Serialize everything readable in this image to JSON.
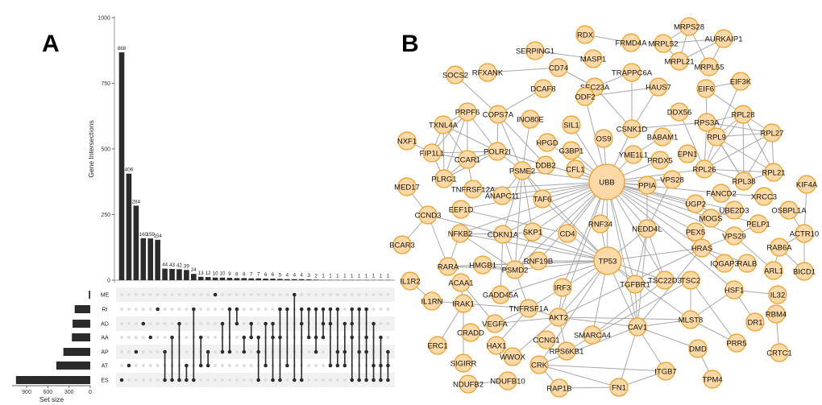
{
  "panels": {
    "a_label": "A",
    "b_label": "B"
  },
  "colors": {
    "bar": "#2b2b2b",
    "node_fill": "#fdd9a8",
    "node_stroke": "#f39c1e",
    "edge": "#a8a8a8",
    "dot_off": "#dedede",
    "stripe": "#f1f1f1"
  },
  "chart_data": [
    {
      "type": "upset",
      "ylabel": "Gene Intersections",
      "ylim": [
        0,
        1000
      ],
      "yticks": [
        0,
        250,
        500,
        750,
        1000
      ],
      "sets": [
        "ME",
        "RI",
        "AD",
        "AA",
        "AP",
        "AT",
        "ES"
      ],
      "set_sizes": [
        20,
        220,
        250,
        260,
        380,
        480,
        1050
      ],
      "set_size_label": "Set size",
      "set_size_ticks": [
        900,
        600,
        300,
        0
      ],
      "intersections": [
        {
          "sets": [
            "ES"
          ],
          "value": 868
        },
        {
          "sets": [
            "AT"
          ],
          "value": 406
        },
        {
          "sets": [
            "AP"
          ],
          "value": 284
        },
        {
          "sets": [
            "AD"
          ],
          "value": 160
        },
        {
          "sets": [
            "AA"
          ],
          "value": 159
        },
        {
          "sets": [
            "RI"
          ],
          "value": 154
        },
        {
          "sets": [
            "AP",
            "ES"
          ],
          "value": 44
        },
        {
          "sets": [
            "AA",
            "ES"
          ],
          "value": 43
        },
        {
          "sets": [
            "AD",
            "ES"
          ],
          "value": 42
        },
        {
          "sets": [
            "AT",
            "ES"
          ],
          "value": 39
        },
        {
          "sets": [
            "RI",
            "ES"
          ],
          "value": 24
        },
        {
          "sets": [
            "AA",
            "AT"
          ],
          "value": 13
        },
        {
          "sets": [
            "AP",
            "AT"
          ],
          "value": 12
        },
        {
          "sets": [
            "ME"
          ],
          "value": 10
        },
        {
          "sets": [
            "AD",
            "AP"
          ],
          "value": 10
        },
        {
          "sets": [
            "RI",
            "AP"
          ],
          "value": 9
        },
        {
          "sets": [
            "RI",
            "AD"
          ],
          "value": 8
        },
        {
          "sets": [
            "AA",
            "AP"
          ],
          "value": 8
        },
        {
          "sets": [
            "AD",
            "AA"
          ],
          "value": 7
        },
        {
          "sets": [
            "AA",
            "AP",
            "ES"
          ],
          "value": 7
        },
        {
          "sets": [
            "AD",
            "AT"
          ],
          "value": 6
        },
        {
          "sets": [
            "AD",
            "AA",
            "ES"
          ],
          "value": 6
        },
        {
          "sets": [
            "RI",
            "AA",
            "ES"
          ],
          "value": 5
        },
        {
          "sets": [
            "RI",
            "AT"
          ],
          "value": 4
        },
        {
          "sets": [
            "ME",
            "ES"
          ],
          "value": 4
        },
        {
          "sets": [
            "RI",
            "AD",
            "ES"
          ],
          "value": 4
        },
        {
          "sets": [
            "RI",
            "AA"
          ],
          "value": 3
        },
        {
          "sets": [
            "RI",
            "AA",
            "AP"
          ],
          "value": 2
        },
        {
          "sets": [
            "RI",
            "AD",
            "AA"
          ],
          "value": 1
        },
        {
          "sets": [
            "RI",
            "AD",
            "AT"
          ],
          "value": 1
        },
        {
          "sets": [
            "RI",
            "AP",
            "AT"
          ],
          "value": 1
        },
        {
          "sets": [
            "AD",
            "AP",
            "AT"
          ],
          "value": 1
        },
        {
          "sets": [
            "RI",
            "AD",
            "AA",
            "ES"
          ],
          "value": 1
        },
        {
          "sets": [
            "RI",
            "AP",
            "ES"
          ],
          "value": 1
        },
        {
          "sets": [
            "RI",
            "AA",
            "AP",
            "ES"
          ],
          "value": 1
        },
        {
          "sets": [
            "AD",
            "AT",
            "ES"
          ],
          "value": 1
        },
        {
          "sets": [
            "AA",
            "AT",
            "ES"
          ],
          "value": 1
        },
        {
          "sets": [
            "AP",
            "AT",
            "ES"
          ],
          "value": 1
        }
      ]
    },
    {
      "type": "network",
      "hubs": [
        "UBB",
        "TP53"
      ],
      "nodes": [
        "RDX",
        "SERPING1",
        "MASP1",
        "SOCS2",
        "RFXANK",
        "CD74",
        "DCAF8",
        "SEC23A",
        "ODF2",
        "PRPF6",
        "COPS7A",
        "INO80E",
        "TXNL4A",
        "SIL1",
        "NXF1",
        "OS9",
        "HPGD",
        "FIP1L1",
        "CCAR1",
        "POLR2I",
        "G3BP1",
        "DDB2",
        "CFL1",
        "PSME2",
        "PLRG1",
        "UBB",
        "MED17",
        "TNFRSF12A",
        "ANAPC11",
        "TAF6",
        "EEF1D",
        "CCND3",
        "NFKB2",
        "CDKN1A",
        "SKP1",
        "CD4",
        "RNF34",
        "NEDD4L",
        "TP53",
        "PPIA",
        "VPS28",
        "PRDX5",
        "YME1L1",
        "BABAM1",
        "CSNK1D",
        "EPN1",
        "RPL26",
        "BCAR3",
        "RARA",
        "HMGB1",
        "PSMD2",
        "RNF19B",
        "IL1R2",
        "ACAA1",
        "IRF3",
        "GADD45A",
        "IL1RN",
        "IRAK1",
        "TNFRSF1A",
        "AKT2",
        "VEGFA",
        "CRADD",
        "SMARCA4",
        "CCNG1",
        "ERC1",
        "HAX1",
        "RPS6KB1",
        "WWOX",
        "CRK",
        "SIGIRR",
        "NDUFB10",
        "NDUFB2",
        "RAP1B",
        "MRPS28",
        "FRMD4A",
        "MRPL52",
        "AURKAIP1",
        "MRPL21",
        "MRPL55",
        "TRAPPC6A",
        "HAUS7",
        "EIF3K",
        "EIF6",
        "DDX56",
        "RPL28",
        "RPS3A",
        "RPL27",
        "RPL9",
        "RPL21",
        "RPL38",
        "KIF4A",
        "FANCD2",
        "XRCC3",
        "UGP2",
        "UBE2D3",
        "OSBPL1A",
        "MOGS",
        "PELP1",
        "ACTR10",
        "PEX5",
        "VPS29",
        "HRAS",
        "RAB6A",
        "IQGAP3",
        "RALB",
        "ARL1",
        "BICD1",
        "TGFBR1",
        "TSC22D3",
        "TSC2",
        "HSF1",
        "IL32",
        "RBM4",
        "MLST8",
        "DR1",
        "CAV1",
        "PRR5",
        "DMD",
        "CRTC1",
        "ITGB7",
        "TPM4",
        "FN1"
      ],
      "edges": [
        [
          "UBB",
          "OS9"
        ],
        [
          "UBB",
          "SIL1"
        ],
        [
          "UBB",
          "G3BP1"
        ],
        [
          "UBB",
          "CFL1"
        ],
        [
          "UBB",
          "HPGD"
        ],
        [
          "UBB",
          "DDB2"
        ],
        [
          "UBB",
          "PSME2"
        ],
        [
          "UBB",
          "POLR2I"
        ],
        [
          "UBB",
          "TAF6"
        ],
        [
          "UBB",
          "ANAPC11"
        ],
        [
          "UBB",
          "CDKN1A"
        ],
        [
          "UBB",
          "SKP1"
        ],
        [
          "UBB",
          "CD4"
        ],
        [
          "UBB",
          "RNF34"
        ],
        [
          "UBB",
          "TP53"
        ],
        [
          "UBB",
          "NEDD4L"
        ],
        [
          "UBB",
          "PPIA"
        ],
        [
          "UBB",
          "YME1L1"
        ],
        [
          "UBB",
          "CSNK1D"
        ],
        [
          "UBB",
          "PRDX5"
        ],
        [
          "UBB",
          "VPS28"
        ],
        [
          "UBB",
          "UGP2"
        ],
        [
          "UBB",
          "MOGS"
        ],
        [
          "UBB",
          "PEX5"
        ],
        [
          "UBB",
          "HRAS"
        ],
        [
          "UBB",
          "FANCD2"
        ],
        [
          "UBB",
          "UBE2D3"
        ],
        [
          "UBB",
          "VPS29"
        ],
        [
          "UBB",
          "PELP1"
        ],
        [
          "UBB",
          "TSC22D3"
        ],
        [
          "UBB",
          "TGFBR1"
        ],
        [
          "UBB",
          "PSMD2"
        ],
        [
          "UBB",
          "RNF19B"
        ],
        [
          "UBB",
          "NFKB2"
        ],
        [
          "UBB",
          "EEF1D"
        ],
        [
          "UBB",
          "TNFRSF12A"
        ],
        [
          "UBB",
          "AKT2"
        ],
        [
          "UBB",
          "CAV1"
        ],
        [
          "UBB",
          "HSF1"
        ],
        [
          "UBB",
          "IRF3"
        ],
        [
          "UBB",
          "ODF2"
        ],
        [
          "UBB",
          "RPL26"
        ],
        [
          "TP53",
          "CDKN1A"
        ],
        [
          "TP53",
          "SKP1"
        ],
        [
          "TP53",
          "PSMD2"
        ],
        [
          "TP53",
          "CD4"
        ],
        [
          "TP53",
          "RNF34"
        ],
        [
          "TP53",
          "NEDD4L"
        ],
        [
          "TP53",
          "HRAS"
        ],
        [
          "TP53",
          "AKT2"
        ],
        [
          "TP53",
          "CAV1"
        ],
        [
          "TP53",
          "TGFBR1"
        ],
        [
          "TP53",
          "TSC22D3"
        ],
        [
          "TP53",
          "GADD45A"
        ],
        [
          "TP53",
          "PSME2"
        ],
        [
          "TP53",
          "TAF6"
        ],
        [
          "TP53",
          "HMGB1"
        ],
        [
          "TP53",
          "RARA"
        ],
        [
          "TP53",
          "SMARCA4"
        ],
        [
          "TP53",
          "CRK"
        ],
        [
          "TP53",
          "MLST8"
        ],
        [
          "TP53",
          "NFKB2"
        ],
        [
          "TP53",
          "TNFRSF1A"
        ],
        [
          "TP53",
          "RNF19B"
        ],
        [
          "RDX",
          "FRMD4A"
        ],
        [
          "SERPING1",
          "MASP1"
        ],
        [
          "RFXANK",
          "CD74"
        ],
        [
          "CD74",
          "SEC23A"
        ],
        [
          "SOCS2",
          "COPS7A"
        ],
        [
          "DCAF8",
          "COPS7A"
        ],
        [
          "SEC23A",
          "ODF2"
        ],
        [
          "SEC23A",
          "TRAPPC6A"
        ],
        [
          "ODF2",
          "HAUS7"
        ],
        [
          "SEC23A",
          "CSNK1D"
        ],
        [
          "TRAPPC6A",
          "CSNK1D"
        ],
        [
          "HAUS7",
          "CSNK1D"
        ],
        [
          "CSNK1D",
          "RPS3A"
        ],
        [
          "MRPS28",
          "MRPL52"
        ],
        [
          "MRPS28",
          "MRPL55"
        ],
        [
          "MRPL52",
          "AURKAIP1"
        ],
        [
          "MRPL52",
          "MRPL21"
        ],
        [
          "MRPL21",
          "AURKAIP1"
        ],
        [
          "MRPL55",
          "AURKAIP1"
        ],
        [
          "MRPS28",
          "MRPL21"
        ],
        [
          "EIF6",
          "EIF3K"
        ],
        [
          "EIF6",
          "RPS3A"
        ],
        [
          "EIF3K",
          "RPL9"
        ],
        [
          "EIF6",
          "RPL28"
        ],
        [
          "RPL28",
          "RPS3A"
        ],
        [
          "RPL28",
          "RPL27"
        ],
        [
          "RPL28",
          "RPL9"
        ],
        [
          "RPL28",
          "RPL21"
        ],
        [
          "RPL28",
          "RPL38"
        ],
        [
          "RPL28",
          "RPL26"
        ],
        [
          "RPS3A",
          "RPL27"
        ],
        [
          "RPS3A",
          "RPL9"
        ],
        [
          "RPS3A",
          "RPL26"
        ],
        [
          "RPS3A",
          "RPL38"
        ],
        [
          "RPL27",
          "RPL9"
        ],
        [
          "RPL27",
          "RPL21"
        ],
        [
          "RPL27",
          "RPL26"
        ],
        [
          "RPL27",
          "RPL38"
        ],
        [
          "RPL9",
          "RPL21"
        ],
        [
          "RPL9",
          "RPL38"
        ],
        [
          "RPL9",
          "RPL26"
        ],
        [
          "RPL21",
          "RPL38"
        ],
        [
          "RPL21",
          "RPL26"
        ],
        [
          "RPL38",
          "RPL26"
        ],
        [
          "DDX56",
          "RPL26"
        ],
        [
          "BABAM1",
          "YME1L1"
        ],
        [
          "PRPF6",
          "TXNL4A"
        ],
        [
          "PRPF6",
          "FIP1L1"
        ],
        [
          "PRPF6",
          "CCAR1"
        ],
        [
          "PRPF6",
          "POLR2I"
        ],
        [
          "PRPF6",
          "PLRG1"
        ],
        [
          "TXNL4A",
          "FIP1L1"
        ],
        [
          "TXNL4A",
          "PLRG1"
        ],
        [
          "TXNL4A",
          "CCAR1"
        ],
        [
          "TXNL4A",
          "POLR2I"
        ],
        [
          "NXF1",
          "FIP1L1"
        ],
        [
          "FIP1L1",
          "CCAR1"
        ],
        [
          "FIP1L1",
          "POLR2I"
        ],
        [
          "FIP1L1",
          "PLRG1"
        ],
        [
          "CCAR1",
          "POLR2I"
        ],
        [
          "CCAR1",
          "PLRG1"
        ],
        [
          "PLRG1",
          "POLR2I"
        ],
        [
          "COPS7A",
          "POLR2I"
        ],
        [
          "COPS7A",
          "PSME2"
        ],
        [
          "COPS7A",
          "DDB2"
        ],
        [
          "INO80E",
          "PSME2"
        ],
        [
          "POLR2I",
          "DDB2"
        ],
        [
          "POLR2I",
          "PSME2"
        ],
        [
          "CCAR1",
          "TNFRSF12A"
        ],
        [
          "PSME2",
          "ANAPC11"
        ],
        [
          "PSME2",
          "CDKN1A"
        ],
        [
          "PSME2",
          "SKP1"
        ],
        [
          "PSME2",
          "PSMD2"
        ],
        [
          "PSME2",
          "TAF6"
        ],
        [
          "CDKN1A",
          "SKP1"
        ],
        [
          "CDKN1A",
          "PSMD2"
        ],
        [
          "SKP1",
          "PSMD2"
        ],
        [
          "NFKB2",
          "CDKN1A"
        ],
        [
          "NFKB2",
          "PSMD2"
        ],
        [
          "NFKB2",
          "RARA"
        ],
        [
          "MED17",
          "CCND3"
        ],
        [
          "CCND3",
          "BCAR3"
        ],
        [
          "CCND3",
          "CDKN1A"
        ],
        [
          "CCND3",
          "RARA"
        ],
        [
          "EEF1D",
          "CD4"
        ],
        [
          "RARA",
          "HMGB1"
        ],
        [
          "RARA",
          "PSMD2"
        ],
        [
          "HMGB1",
          "PSMD2"
        ],
        [
          "IL1R2",
          "IL1RN"
        ],
        [
          "IL1RN",
          "IRAK1"
        ],
        [
          "IRAK1",
          "ACAA1"
        ],
        [
          "IRAK1",
          "ERC1"
        ],
        [
          "IRAK1",
          "SIGIRR"
        ],
        [
          "IRAK1",
          "TNFRSF1A"
        ],
        [
          "ACAA1",
          "VEGFA"
        ],
        [
          "NDUFB2",
          "NDUFB10"
        ],
        [
          "GADD45A",
          "CDKN1A"
        ],
        [
          "TNFRSF1A",
          "VEGFA"
        ],
        [
          "TNFRSF1A",
          "AKT2"
        ],
        [
          "TNFRSF1A",
          "PSMD2"
        ],
        [
          "AKT2",
          "IRF3"
        ],
        [
          "AKT2",
          "VEGFA"
        ],
        [
          "AKT2",
          "RPS6KB1"
        ],
        [
          "AKT2",
          "CAV1"
        ],
        [
          "AKT2",
          "HRAS"
        ],
        [
          "AKT2",
          "MLST8"
        ],
        [
          "HAX1",
          "TNFRSF1A"
        ],
        [
          "WWOX",
          "AKT2"
        ],
        [
          "CRK",
          "RAP1B"
        ],
        [
          "CRK",
          "FN1"
        ],
        [
          "CRK",
          "ITGB7"
        ],
        [
          "CRK",
          "CAV1"
        ],
        [
          "RAP1B",
          "FN1"
        ],
        [
          "FN1",
          "ITGB7"
        ],
        [
          "FN1",
          "CAV1"
        ],
        [
          "CAV1",
          "ITGB7"
        ],
        [
          "CAV1",
          "DMD"
        ],
        [
          "CAV1",
          "MLST8"
        ],
        [
          "CAV1",
          "HRAS"
        ],
        [
          "CAV1",
          "TGFBR1"
        ],
        [
          "CAV1",
          "NEDD4L"
        ],
        [
          "SMARCA4",
          "TSC22D3"
        ],
        [
          "RPS6KB1",
          "TSC2"
        ],
        [
          "MLST8",
          "TSC2"
        ],
        [
          "MLST8",
          "HSF1"
        ],
        [
          "TSC2",
          "PRR5"
        ],
        [
          "MLST8",
          "PRR5"
        ],
        [
          "DMD",
          "TPM4"
        ],
        [
          "HSF1",
          "DR1"
        ],
        [
          "HSF1",
          "IL32"
        ],
        [
          "RBM4",
          "CRTC1"
        ],
        [
          "HRAS",
          "RALB"
        ],
        [
          "HRAS",
          "IQGAP3"
        ],
        [
          "HRAS",
          "VPS29"
        ],
        [
          "VPS29",
          "PELP1"
        ],
        [
          "VPS29",
          "ARL1"
        ],
        [
          "UBE2D3",
          "MOGS"
        ],
        [
          "RAB6A",
          "ACTR10"
        ],
        [
          "RAB6A",
          "BICD1"
        ],
        [
          "RAB6A",
          "ARL1"
        ],
        [
          "ACTR10",
          "BICD1"
        ],
        [
          "OSBPL1A",
          "ACTR10"
        ],
        [
          "KIF4A",
          "ACTR10"
        ],
        [
          "XRCC3",
          "FANCD2"
        ],
        [
          "NEDD4L",
          "TSC22D3"
        ],
        [
          "TGFBR1",
          "NEDD4L"
        ],
        [
          "TGFBR1",
          "TSC22D3"
        ],
        [
          "PPIA",
          "NEDD4L"
        ],
        [
          "VPS28",
          "NEDD4L"
        ]
      ]
    }
  ]
}
